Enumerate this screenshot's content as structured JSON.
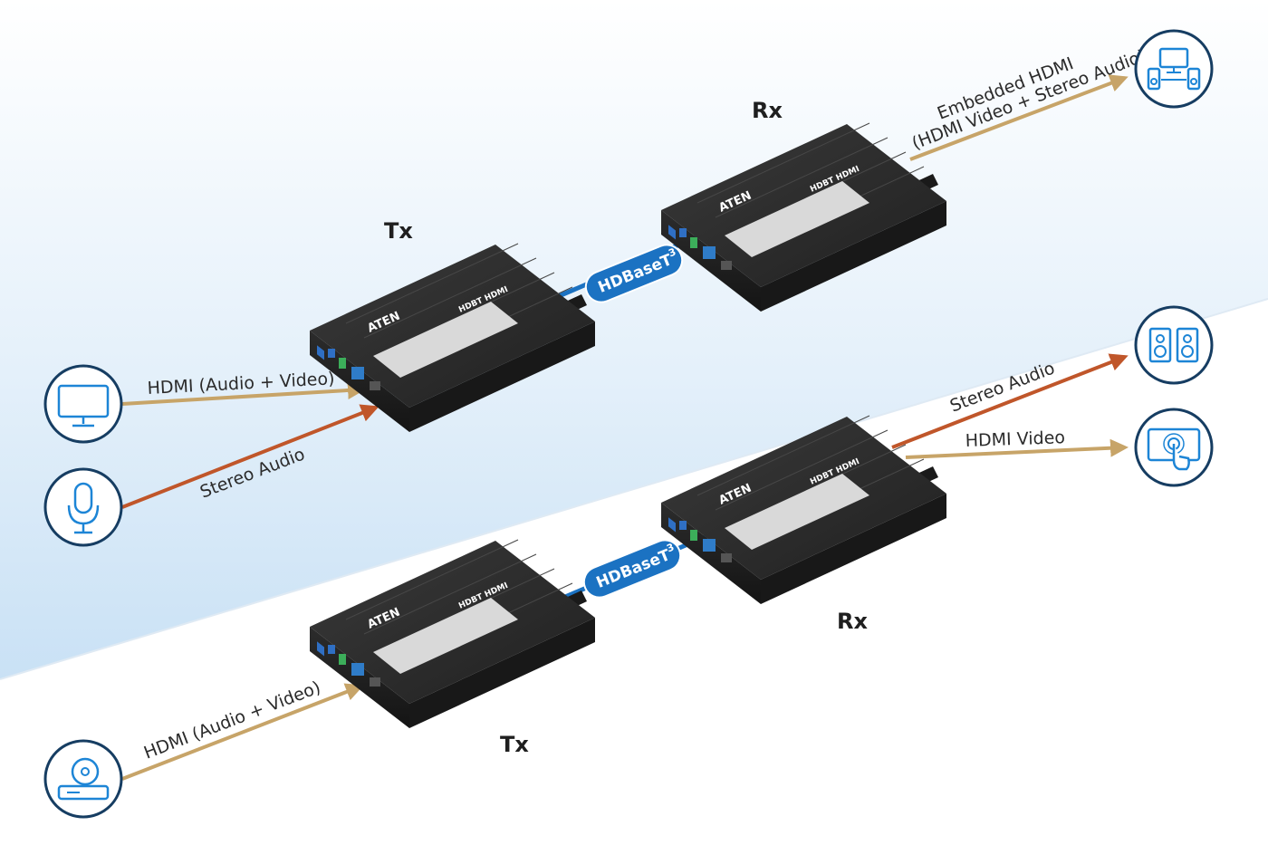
{
  "top": {
    "tx_label": "Tx",
    "rx_label": "Rx",
    "link_badge": "HDBaseT",
    "link_badge_sup": "3",
    "input_video_label": "HDMI (Audio + Video)",
    "input_audio_label": "Stereo Audio",
    "output_label_line1": "Embedded HDMI",
    "output_label_line2": "(HDMI Video + Stereo Audio)"
  },
  "bottom": {
    "tx_label": "Tx",
    "rx_label": "Rx",
    "link_badge": "HDBaseT",
    "link_badge_sup": "3",
    "input_label": "HDMI (Audio + Video)",
    "output_audio_label": "Stereo Audio",
    "output_video_label": "HDMI Video"
  },
  "device": {
    "brand": "ATEN",
    "hdbt_mark": "HDBT HDMI"
  },
  "icons": {
    "monitor": "monitor-icon",
    "microphone": "microphone-icon",
    "disc_player": "disc-player-icon",
    "tv_speakers": "tv-with-speakers-icon",
    "speakers": "speakers-icon",
    "touch_display": "touch-display-icon"
  },
  "colors": {
    "video_arrow": "#c7a468",
    "audio_arrow": "#c0562a",
    "hdbaset_link": "#1b72c2",
    "icon_blue": "#1d85d6",
    "icon_ring": "#163d62",
    "device_body": "#2a2a2a"
  }
}
